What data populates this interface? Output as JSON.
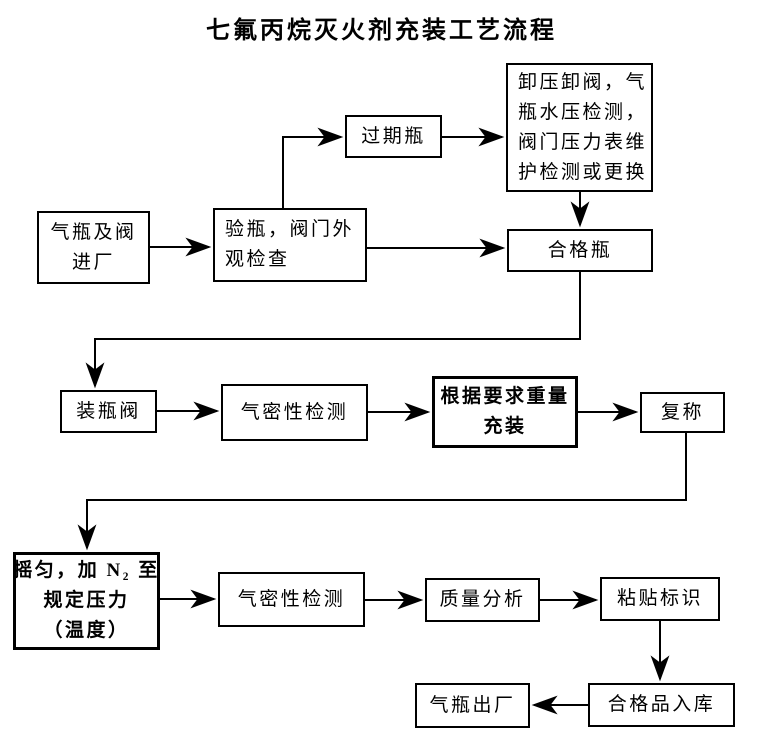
{
  "title": "七氟丙烷灭火剂充装工艺流程",
  "colors": {
    "line": "#000000",
    "text": "#000000",
    "background": "#ffffff"
  },
  "nodes": {
    "cylinder_valve_in": {
      "lines": [
        "气瓶及阀",
        "进厂"
      ]
    },
    "inspect_bottle": {
      "lines": [
        "验瓶，阀门外",
        "观检查"
      ]
    },
    "expired_bottle": {
      "label": "过期瓶"
    },
    "depressurize_service": {
      "lines": [
        "卸压卸阀，气",
        "瓶水压检测，",
        "阀门压力表维",
        "护检测或更换"
      ]
    },
    "qualified_bottle": {
      "label": "合格瓶"
    },
    "install_bottle_valve": {
      "label": "装瓶阀"
    },
    "airtight_test_1": {
      "label": "气密性检测"
    },
    "fill_by_weight": {
      "lines": [
        "根据要求重量",
        "充装"
      ]
    },
    "reweigh": {
      "label": "复称"
    },
    "shake_add_n2": {
      "lines": [
        "摇匀，加 N₂ 至",
        "规定压力",
        "（温度）"
      ]
    },
    "airtight_test_2": {
      "label": "气密性检测"
    },
    "quality_analysis": {
      "label": "质量分析"
    },
    "apply_label": {
      "label": "粘贴标识"
    },
    "qualified_into_storage": {
      "label": "合格品入库"
    },
    "cylinder_leave_factory": {
      "label": "气瓶出厂"
    }
  }
}
